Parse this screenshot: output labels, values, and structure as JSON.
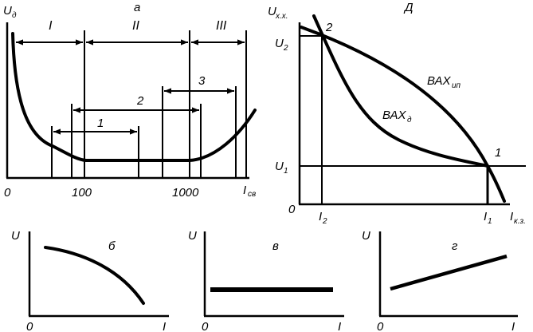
{
  "panel_a": {
    "letter": "а",
    "y_label": "U",
    "y_label_sub": "д",
    "zones": [
      "I",
      "II",
      "III"
    ],
    "ranges": [
      "1",
      "2",
      "3"
    ],
    "x_ticks": [
      "0",
      "100",
      "1000"
    ],
    "x_label": "I",
    "x_label_sub": "св"
  },
  "panel_d": {
    "letter": "Д",
    "y_top_label": "U",
    "y_top_sub": "х.х.",
    "u2_label": "U",
    "u2_sub": "2",
    "u1_label": "U",
    "u1_sub": "1",
    "origin": "0",
    "point1": "1",
    "point2": "2",
    "curve_ip_label": "ВАХ",
    "curve_ip_sub": "ип",
    "curve_d_label": "ВАХ",
    "curve_d_sub": "д",
    "i2_label": "I",
    "i2_sub": "2",
    "i1_label": "I",
    "i1_sub": "1",
    "ikz_label": "I",
    "ikz_sub": "к.з."
  },
  "panel_b": {
    "letter": "б",
    "y_label": "U",
    "origin": "0",
    "x_label": "I"
  },
  "panel_v": {
    "letter": "в",
    "y_label": "U",
    "origin": "0",
    "x_label": "I"
  },
  "panel_g": {
    "letter": "г",
    "y_label": "U",
    "origin": "0",
    "x_label": "I"
  }
}
